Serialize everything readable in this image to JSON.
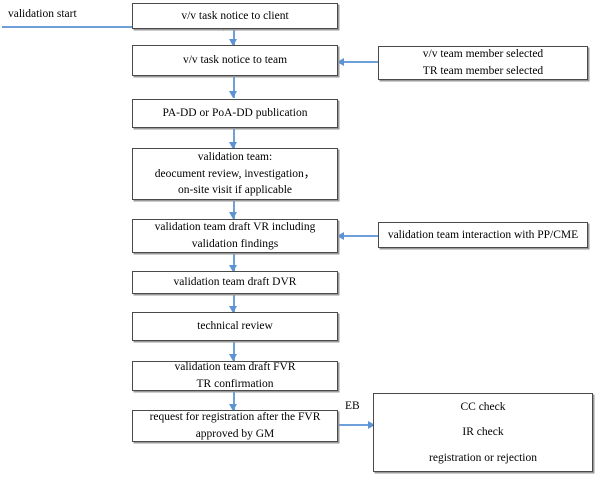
{
  "diagram": {
    "title_label": "validation start",
    "edge_label_eb": "EB",
    "nodes": {
      "notice_client": {
        "line1": "v/v task notice to client"
      },
      "notice_team": {
        "line1": "v/v task notice to team"
      },
      "padd_publication": {
        "line1": "PA-DD or PoA-DD publication"
      },
      "validation_team_activity": {
        "line1": "validation team:",
        "line2": "deocument review, investigation，",
        "line3": "on-site visit if applicable"
      },
      "draft_vr": {
        "line1": "validation team draft VR including",
        "line2": "validation findings"
      },
      "draft_dvr": {
        "line1": "validation team draft DVR"
      },
      "technical_review": {
        "line1": "technical review"
      },
      "draft_fvr": {
        "line1": "validation team draft FVR",
        "line2": "TR confirmation"
      },
      "request_registration": {
        "line1": "request for registration after the FVR",
        "line2": "approved by GM"
      },
      "team_members": {
        "line1": "v/v team member selected",
        "line2": "TR team member selected"
      },
      "interaction_pp_cme": {
        "line1": "validation team interaction with PP/CME"
      },
      "checks": {
        "line1": "CC check",
        "line2": "IR check",
        "line3": "registration or rejection"
      }
    },
    "colors": {
      "arrow": "#5b93d3",
      "line": "#6f9fd8",
      "border": "#4a4a4a",
      "shadow": "#9a9a9a",
      "background": "#ffffff",
      "text": "#000000"
    }
  }
}
